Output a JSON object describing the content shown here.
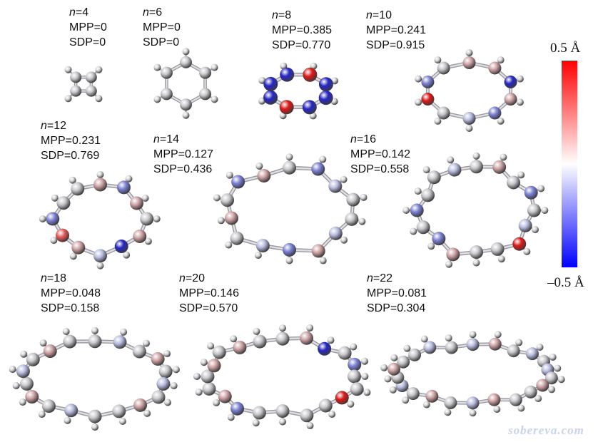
{
  "colorbar": {
    "max_label": "0.5 Å",
    "min_label": "–0.5 Å",
    "color_max": "#ff0000",
    "color_mid": "#ffffff",
    "color_min": "#0000ff"
  },
  "panels": [
    {
      "n_prefix": "n",
      "n_value": "=4",
      "mpp": "MPP=0",
      "sdp": "SDP=0"
    },
    {
      "n_prefix": "n",
      "n_value": "=6",
      "mpp": "MPP=0",
      "sdp": "SDP=0"
    },
    {
      "n_prefix": "n",
      "n_value": "=8",
      "mpp": "MPP=0.385",
      "sdp": "SDP=0.770"
    },
    {
      "n_prefix": "n",
      "n_value": "=10",
      "mpp": "MPP=0.241",
      "sdp": "SDP=0.915"
    },
    {
      "n_prefix": "n",
      "n_value": "=12",
      "mpp": "MPP=0.231",
      "sdp": "SDP=0.769"
    },
    {
      "n_prefix": "n",
      "n_value": "=14",
      "mpp": "MPP=0.127",
      "sdp": "SDP=0.436"
    },
    {
      "n_prefix": "n",
      "n_value": "=16",
      "mpp": "MPP=0.142",
      "sdp": "SDP=0.558"
    },
    {
      "n_prefix": "n",
      "n_value": "=18",
      "mpp": "MPP=0.048",
      "sdp": "SDP=0.158"
    },
    {
      "n_prefix": "n",
      "n_value": "=20",
      "mpp": "MPP=0.146",
      "sdp": "SDP=0.570"
    },
    {
      "n_prefix": "n",
      "n_value": "=22",
      "mpp": "MPP=0.081",
      "sdp": "SDP=0.304"
    }
  ],
  "watermark": "sobereva.com"
}
